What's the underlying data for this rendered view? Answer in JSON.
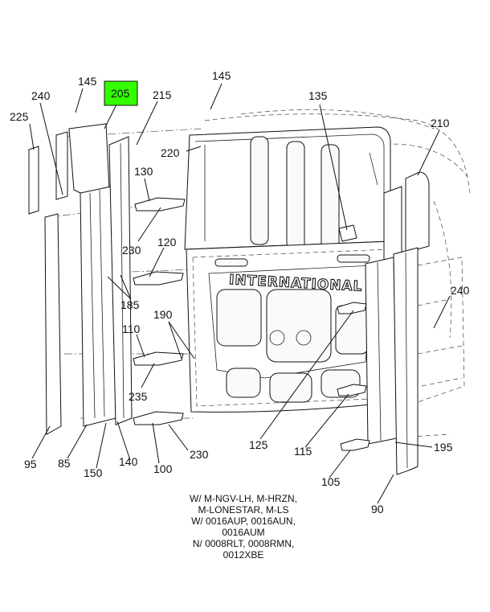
{
  "highlight_color": "#33ff00",
  "callouts": [
    {
      "id": "145a",
      "text": "145"
    },
    {
      "id": "205",
      "text": "205",
      "highlighted": true
    },
    {
      "id": "215",
      "text": "215"
    },
    {
      "id": "145b",
      "text": "145"
    },
    {
      "id": "135",
      "text": "135"
    },
    {
      "id": "210",
      "text": "210"
    },
    {
      "id": "240a",
      "text": "240"
    },
    {
      "id": "225",
      "text": "225"
    },
    {
      "id": "220",
      "text": "220"
    },
    {
      "id": "130",
      "text": "130"
    },
    {
      "id": "230a",
      "text": "230"
    },
    {
      "id": "120",
      "text": "120"
    },
    {
      "id": "185",
      "text": "185"
    },
    {
      "id": "240b",
      "text": "240"
    },
    {
      "id": "190",
      "text": "190"
    },
    {
      "id": "110",
      "text": "110"
    },
    {
      "id": "235",
      "text": "235"
    },
    {
      "id": "125",
      "text": "125"
    },
    {
      "id": "115",
      "text": "115"
    },
    {
      "id": "195",
      "text": "195"
    },
    {
      "id": "95",
      "text": "95"
    },
    {
      "id": "85",
      "text": "85"
    },
    {
      "id": "150",
      "text": "150"
    },
    {
      "id": "140",
      "text": "140"
    },
    {
      "id": "100",
      "text": "100"
    },
    {
      "id": "230b",
      "text": "230"
    },
    {
      "id": "105",
      "text": "105"
    },
    {
      "id": "90",
      "text": "90"
    }
  ],
  "brand_text": "INTERNATIONAL",
  "notes": [
    "W/ M-NGV-LH, M-HRZN,",
    "M-LONESTAR, M-LS",
    "W/ 0016AUP, 0016AUN,",
    "0016AUM",
    "N/ 0008RLT, 0008RMN,",
    "0012XBE"
  ]
}
